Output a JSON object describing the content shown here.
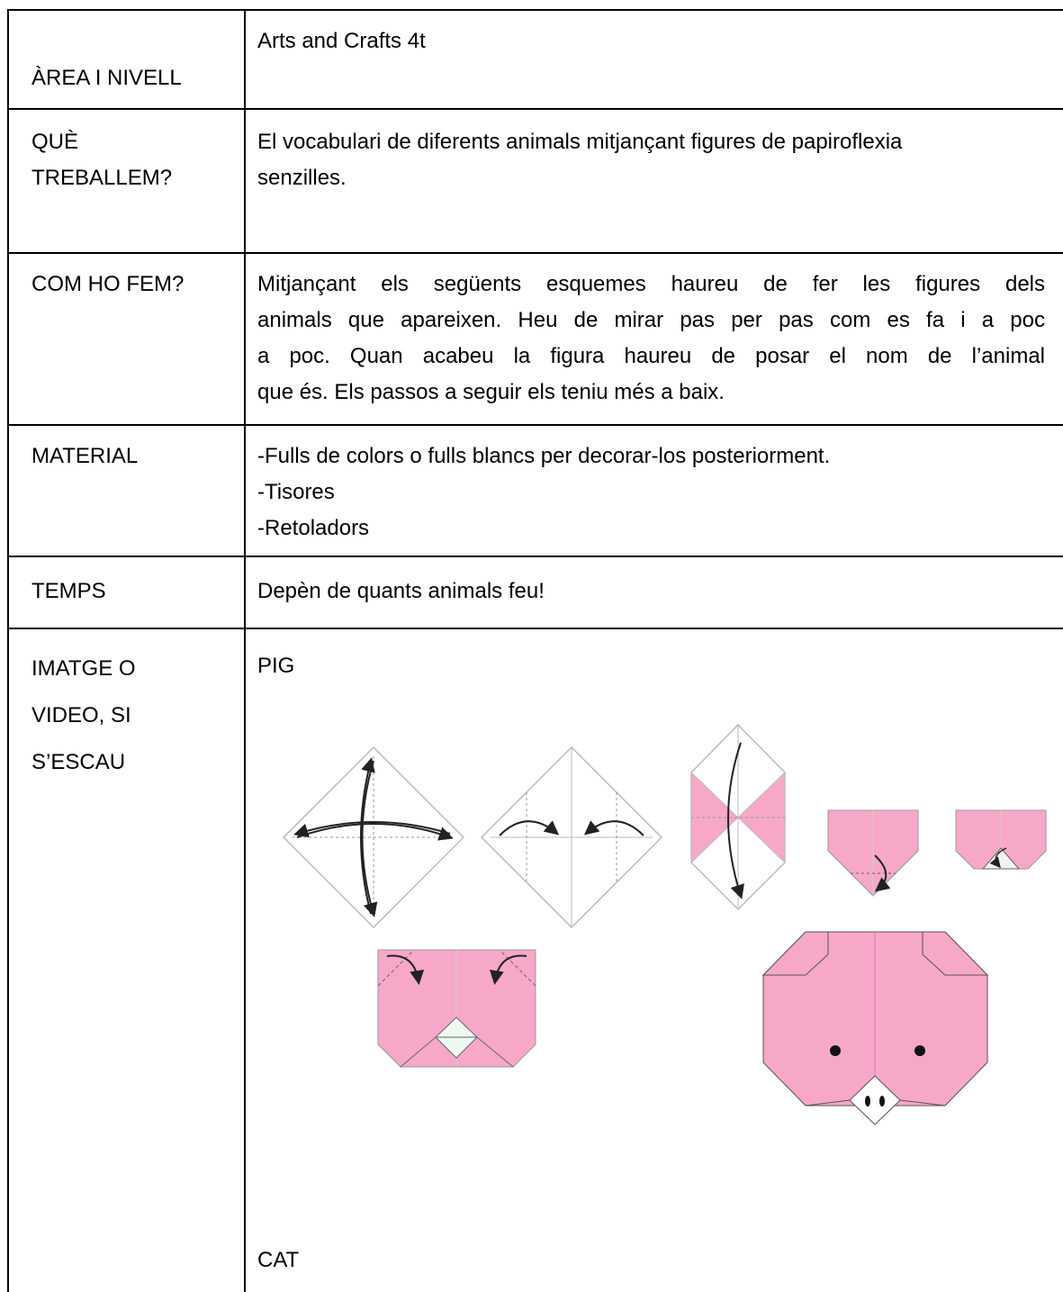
{
  "rows": [
    {
      "label": "ÀREA I NIVELL",
      "content": "Arts and Crafts 4t"
    },
    {
      "label_lines": [
        "QUÈ",
        "TREBALLEM?"
      ],
      "content_lines": [
        "El vocabulari de diferents animals mitjançant figures de papiroflexia",
        "senzilles."
      ]
    },
    {
      "label": "COM HO FEM?",
      "content_lines": [
        "Mitjançant els següents esquemes haureu de fer les figures dels",
        "animals que apareixen. Heu de mirar pas per pas com es fa i a poc",
        "a poc. Quan acabeu la figura haureu de posar el nom de l’animal",
        "que és. Els passos a seguir els teniu més a baix."
      ]
    },
    {
      "label": "MATERIAL",
      "content_lines": [
        "-Fulls de colors o fulls blancs per decorar-los posteriorment.",
        "-Tisores",
        "-Retoladors"
      ]
    },
    {
      "label": "TEMPS",
      "content": "Depèn de quants animals feu!"
    },
    {
      "label_lines": [
        "IMATGE O",
        "VIDEO, SI",
        "S’ESCAU"
      ],
      "content_headings": [
        "PIG",
        "CAT"
      ]
    }
  ],
  "colors": {
    "paper_pink": "#f7a8c9",
    "line": "#000000",
    "fold_line": "#9a9a9a"
  },
  "diagrams": [
    "pig-fold-step-1",
    "pig-fold-step-2",
    "pig-fold-step-3",
    "pig-fold-step-4",
    "pig-fold-step-5",
    "pig-fold-step-6",
    "pig-face-final"
  ]
}
